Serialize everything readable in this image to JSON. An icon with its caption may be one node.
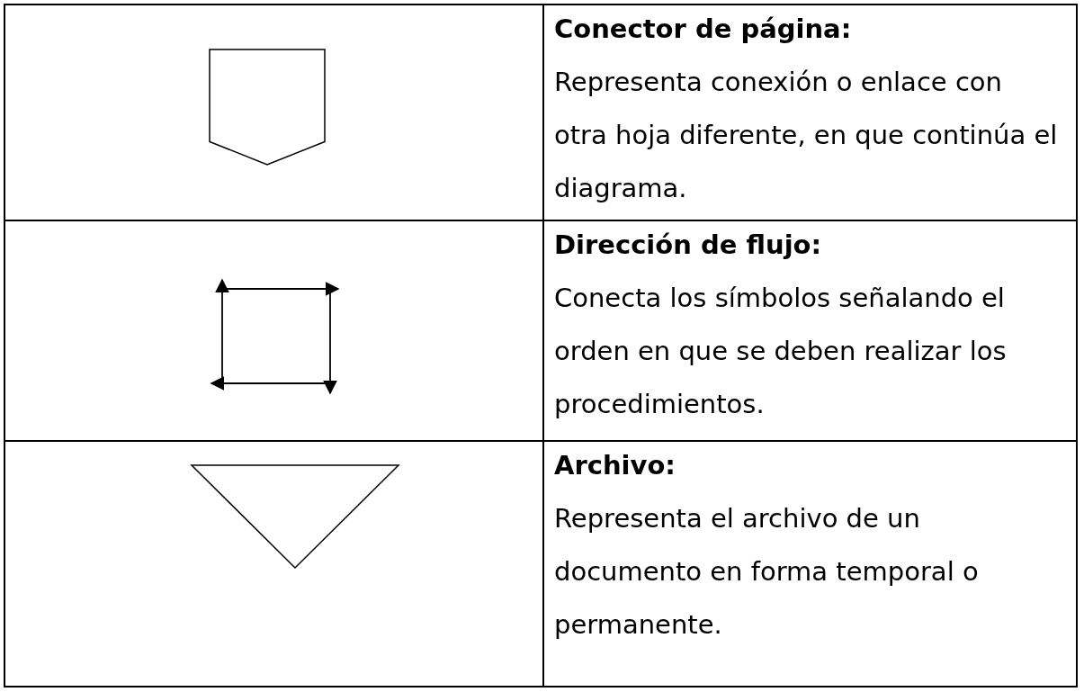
{
  "diagram": {
    "nodes": [
      {
        "text": [],
        "shape": "pentagon"
      },
      {
        "text": [],
        "shape": "triangle"
      }
    ],
    "labels": [
      "Conector de página:",
      "Representa conexión o enlace con otra hoja diferente, en que continúa el diagrama.",
      "Dirección de flujo:",
      "Conecta los símbolos señalando el orden en que se deben realizar los procedimientos.",
      "Archivo:",
      "Representa el archivo de un documento en forma temporal o permanente."
    ]
  }
}
